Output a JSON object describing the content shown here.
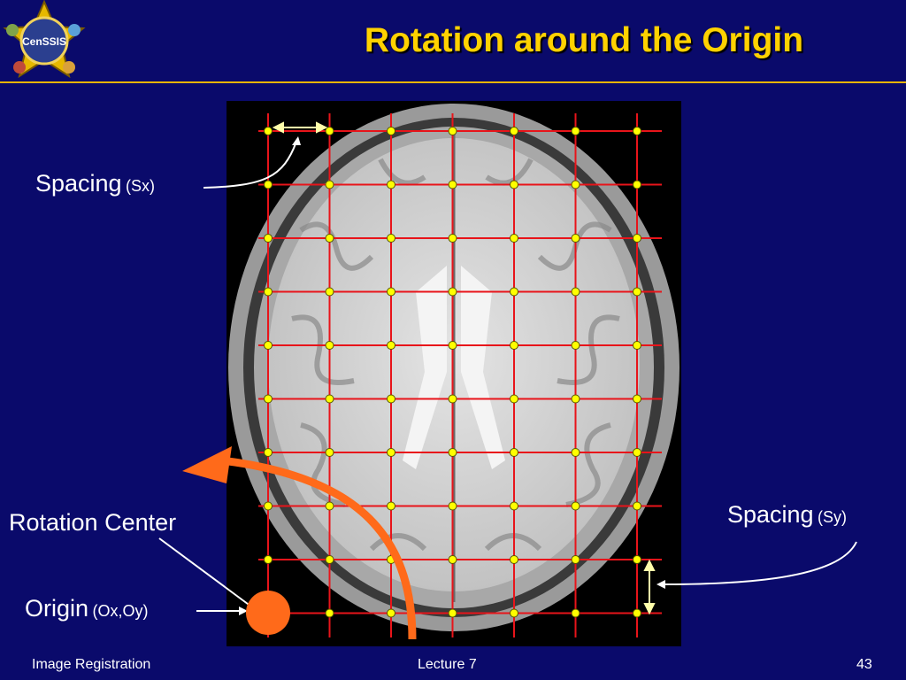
{
  "slide": {
    "title": "Rotation around the Origin",
    "logo_text": "CenSSIS",
    "colors": {
      "background": "#0a0a6b",
      "title": "#ffd200",
      "grid_lines": "#e8141a",
      "grid_points": "#ffff00",
      "arrow": "#ff6a1a",
      "origin_marker": "#ff6a1a"
    }
  },
  "labels": {
    "spacing_x_word": "Spacing",
    "spacing_x_sym": "(Sx)",
    "spacing_y_word": "Spacing",
    "spacing_y_sym": "(Sy)",
    "rotation_center": "Rotation Center",
    "origin_word": "Origin",
    "origin_sym": "(Ox,Oy)"
  },
  "footer": {
    "left": "Image Registration",
    "center": "Lecture 7",
    "page": "43"
  },
  "grid": {
    "columns": 7,
    "rows": 10
  }
}
